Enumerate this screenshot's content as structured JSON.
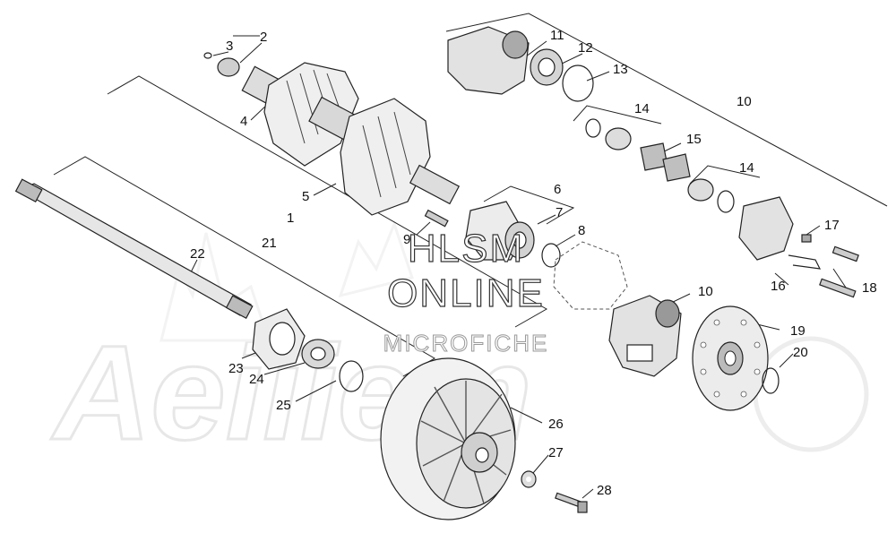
{
  "watermark": {
    "line1": "HLSM",
    "line2": "ONLINE",
    "line3": "MICROFICHE",
    "brand": "Aeiiiem"
  },
  "callouts": {
    "n1": "1",
    "n2": "2",
    "n3": "3",
    "n4": "4",
    "n5": "5",
    "n6": "6",
    "n7": "7",
    "n8": "8",
    "n9": "9",
    "n10a": "10",
    "n10b": "10",
    "n11": "11",
    "n12": "12",
    "n13": "13",
    "n14a": "14",
    "n14b": "14",
    "n15": "15",
    "n16": "16",
    "n17": "17",
    "n18": "18",
    "n19": "19",
    "n20": "20",
    "n21": "21",
    "n22": "22",
    "n23": "23",
    "n24": "24",
    "n25": "25",
    "n26": "26",
    "n27": "27",
    "n28": "28"
  },
  "colors": {
    "line": "#222222",
    "part_fill": "#e9e9e9",
    "part_dark": "#9a9a9a",
    "watermark_stroke": "#cccccc"
  }
}
